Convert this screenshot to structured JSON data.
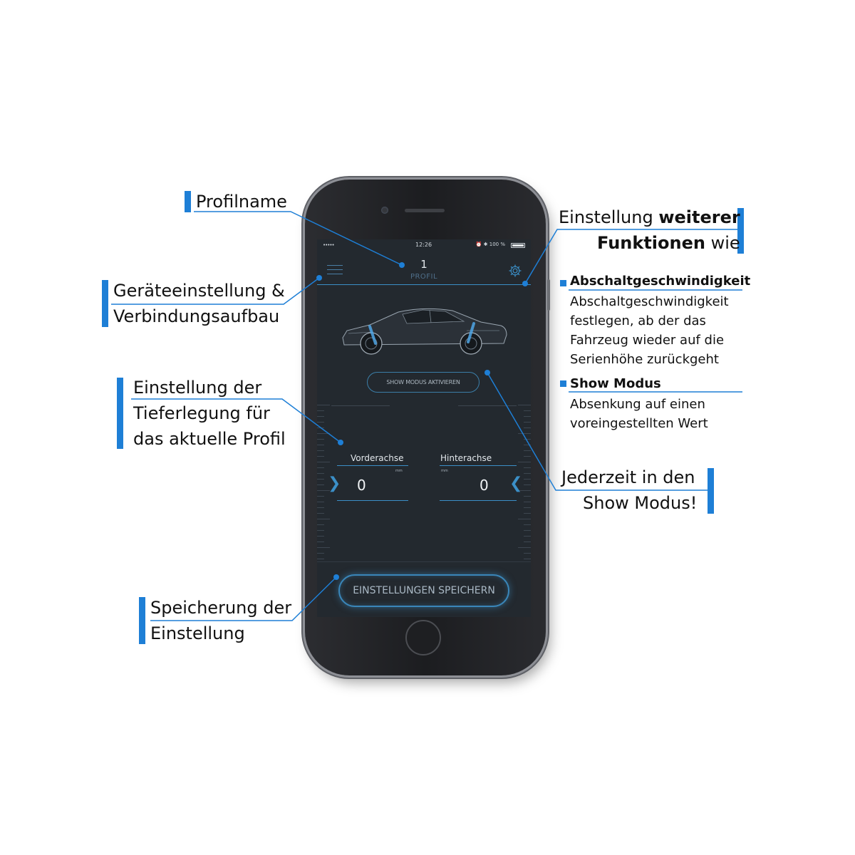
{
  "screen": {
    "status_time": "12:26",
    "status_signal": "•••••",
    "status_icons": "⏰ ✱ 100 %",
    "profile_number": "1",
    "profile_label": "PROFIL",
    "show_mode_button": "SHOW MODUS AKTIVIEREN",
    "front_axle": {
      "label": "Vorderachse",
      "unit": "mm",
      "value": "0"
    },
    "rear_axle": {
      "label": "Hinterachse",
      "unit": "mm",
      "value": "0"
    },
    "save_button": "EINSTELLUNGEN SPEICHERN"
  },
  "annotations": {
    "profile_name": "Profilname",
    "device_settings_1": "Geräteeinstellung &",
    "device_settings_2": "Verbindungsaufbau",
    "lowering_1": "Einstellung der",
    "lowering_2": "Tieferlegung für",
    "lowering_3": "das aktuelle Profil",
    "saving_1": "Speicherung der",
    "saving_2": "Einstellung",
    "further_1_plain": "Einstellung ",
    "further_1_bold": "weiterer",
    "further_2_bold": "Funktionen",
    "further_2_plain": " wie",
    "shutoff_title": "Abschaltgeschwindigkeit",
    "shutoff_desc_1": "Abschaltgeschwindigkeit",
    "shutoff_desc_2": "festlegen, ab der das",
    "shutoff_desc_3": "Fahrzeug wieder auf die",
    "shutoff_desc_4": "Serienhöhe zurückgeht",
    "show_title": "Show Modus",
    "show_desc_1": "Absenkung auf einen",
    "show_desc_2": "voreingestellten Wert",
    "anytime_1": "Jederzeit in den",
    "anytime_2": "Show Modus!"
  },
  "colors": {
    "accent": "#1e7fd6",
    "screen_bg": "#23292f",
    "app_blue": "#3b8fc7"
  }
}
